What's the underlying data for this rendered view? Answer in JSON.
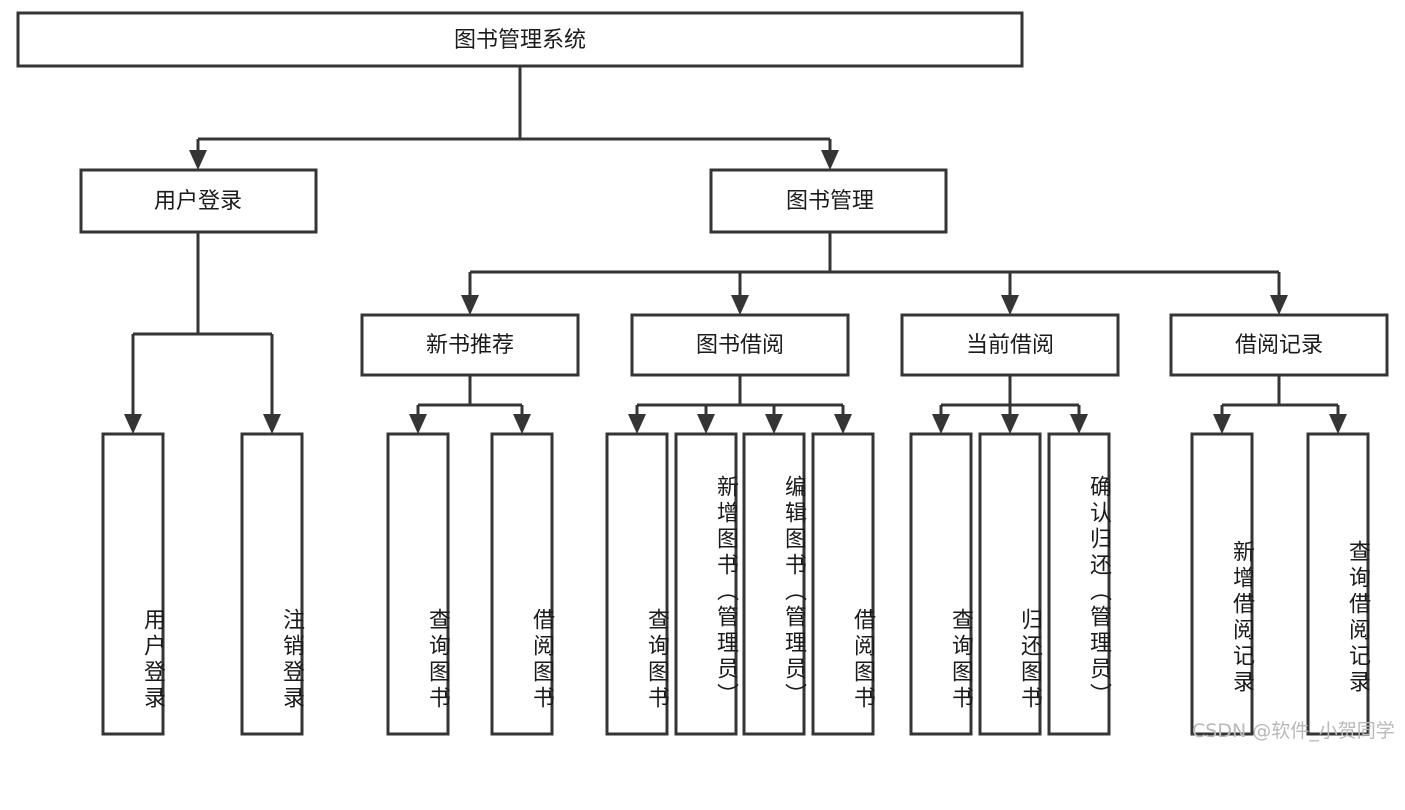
{
  "diagram": {
    "title": "图书管理系统",
    "type": "tree-hierarchy",
    "root": {
      "id": "root",
      "label": "图书管理系统"
    },
    "level2": [
      {
        "id": "user-login",
        "label": "用户登录"
      },
      {
        "id": "book-manage",
        "label": "图书管理"
      }
    ],
    "level3": [
      {
        "id": "new-book-recommend",
        "label": "新书推荐",
        "parent": "book-manage"
      },
      {
        "id": "book-borrow",
        "label": "图书借阅",
        "parent": "book-manage"
      },
      {
        "id": "current-borrow",
        "label": "当前借阅",
        "parent": "book-manage"
      },
      {
        "id": "borrow-record",
        "label": "借阅记录",
        "parent": "book-manage"
      }
    ],
    "leaves": [
      {
        "id": "leaf-user-login",
        "label": "用户登录",
        "parent": "user-login"
      },
      {
        "id": "leaf-user-logout",
        "label": "注销登录",
        "parent": "user-login"
      },
      {
        "id": "leaf-query-book-1",
        "label": "查询图书",
        "parent": "new-book-recommend"
      },
      {
        "id": "leaf-borrow-book-1",
        "label": "借阅图书",
        "parent": "new-book-recommend"
      },
      {
        "id": "leaf-query-book-2",
        "label": "查询图书",
        "parent": "book-borrow"
      },
      {
        "id": "leaf-add-book",
        "label": "新增图书（管理员）",
        "parent": "book-borrow"
      },
      {
        "id": "leaf-edit-book",
        "label": "编辑图书（管理员）",
        "parent": "book-borrow"
      },
      {
        "id": "leaf-borrow-book-2",
        "label": "借阅图书",
        "parent": "book-borrow"
      },
      {
        "id": "leaf-query-book-3",
        "label": "查询图书",
        "parent": "current-borrow"
      },
      {
        "id": "leaf-return-book",
        "label": "归还图书",
        "parent": "current-borrow"
      },
      {
        "id": "leaf-confirm-return",
        "label": "确认归还（管理员）",
        "parent": "current-borrow"
      },
      {
        "id": "leaf-add-record",
        "label": "新增借阅记录",
        "parent": "borrow-record"
      },
      {
        "id": "leaf-query-record",
        "label": "查询借阅记录",
        "parent": "borrow-record"
      }
    ],
    "colors": {
      "stroke": "#353535",
      "fill": "#ffffff",
      "text": "#1b1b1b",
      "watermark": "#b9b9b9"
    }
  },
  "watermark": {
    "text": "CSDN @软件_小贺同学"
  }
}
